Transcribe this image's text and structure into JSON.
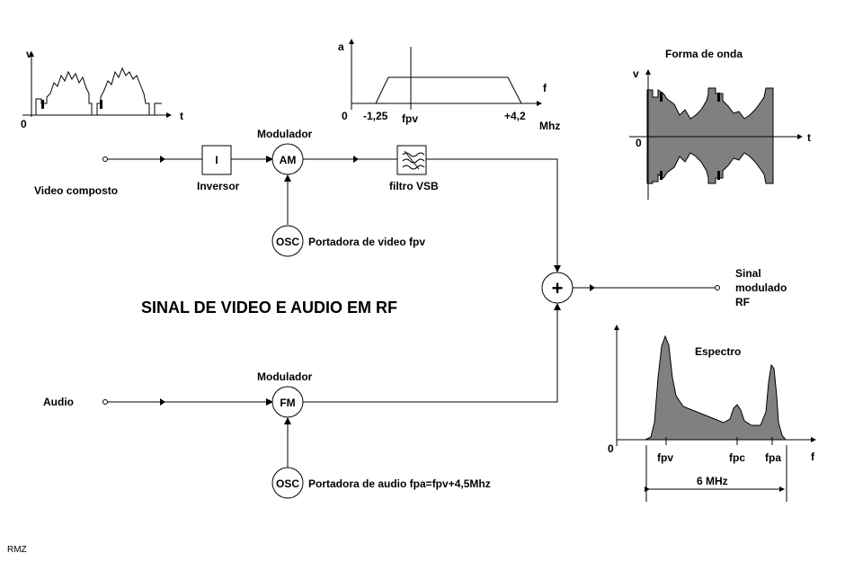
{
  "title": "SINAL DE VIDEO E AUDIO EM RF",
  "signature": "RMZ",
  "inputs": {
    "video": "Video composto",
    "audio": "Audio"
  },
  "output": {
    "line1": "Sinal",
    "line2": "modulado",
    "line3": "RF"
  },
  "blocks": {
    "inverter_symbol": "I",
    "inverter_label": "Inversor",
    "video_modulator_label": "Modulador",
    "video_modulator_symbol": "AM",
    "audio_modulator_label": "Modulador",
    "audio_modulator_symbol": "FM",
    "video_osc_symbol": "OSC",
    "video_osc_label": "Portadora de video  fpv",
    "audio_osc_symbol": "OSC",
    "audio_osc_label": "Portadora de audio  fpa=fpv+4,5Mhz",
    "filter_label": "filtro VSB",
    "adder_symbol": "+"
  },
  "input_waveform": {
    "y_label": "v",
    "x_label": "t",
    "origin": "0"
  },
  "vsb_response": {
    "y_label": "a",
    "x_label": "f",
    "unit": "Mhz",
    "origin": "0",
    "ticks": [
      "-1,25",
      "fpv",
      "+4,2"
    ]
  },
  "output_waveform": {
    "title": "Forma de onda",
    "y_label": "v",
    "x_label": "t",
    "origin": "0"
  },
  "spectrum": {
    "title": "Espectro",
    "x_label": "f",
    "origin": "0",
    "ticks": [
      "fpv",
      "fpc",
      "fpa"
    ],
    "bandwidth": "6 MHz"
  },
  "colors": {
    "line": "#000000",
    "fill": "#808080",
    "background": "#ffffff"
  }
}
